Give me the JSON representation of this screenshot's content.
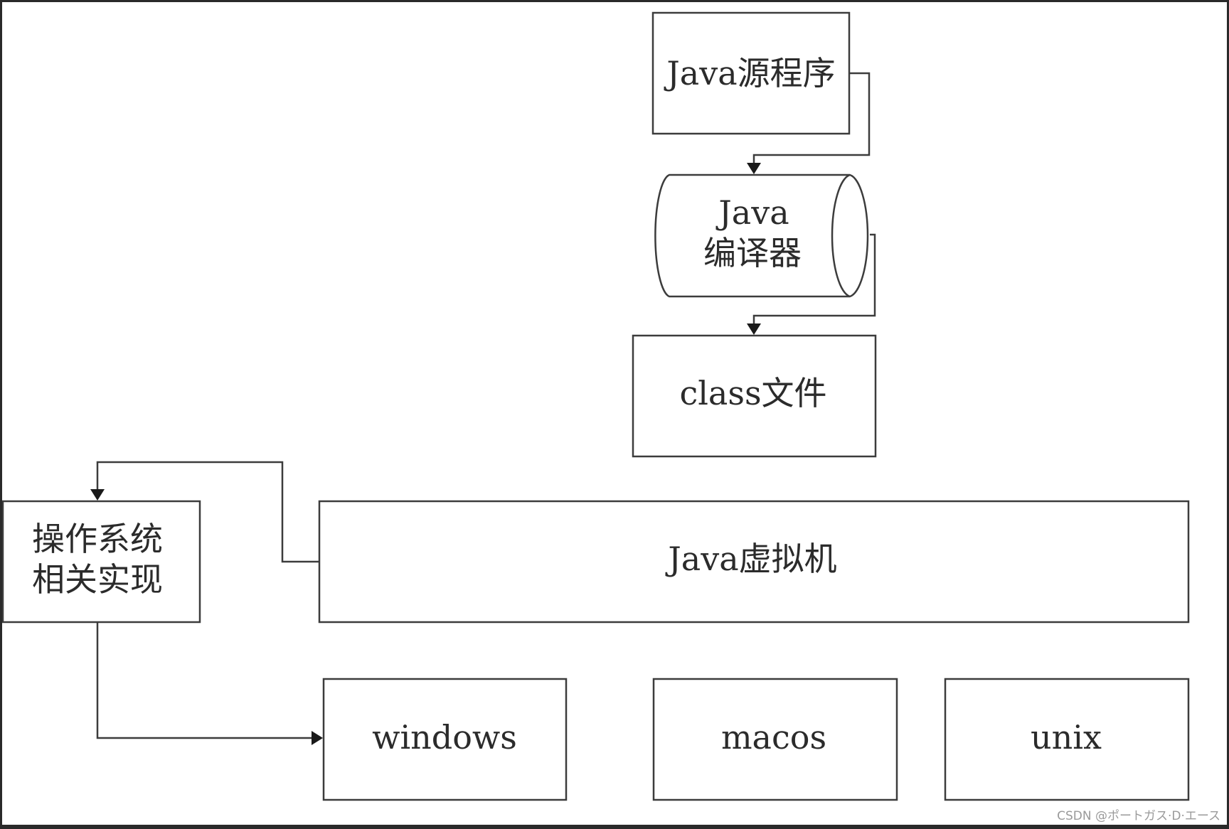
{
  "diagram": {
    "nodes": {
      "java_source": "Java源程序",
      "java_compiler_line1": "Java",
      "java_compiler_line2": "编译器",
      "class_file": "class文件",
      "jvm": "Java虚拟机",
      "os_impl_line1": "操作系统",
      "os_impl_line2": "相关实现",
      "windows": "windows",
      "macos": "macos",
      "unix": "unix"
    },
    "edges": [
      {
        "from": "java_source",
        "to": "java_compiler"
      },
      {
        "from": "java_compiler",
        "to": "class_file"
      },
      {
        "from": "jvm",
        "to": "os_impl"
      },
      {
        "from": "os_impl",
        "to": "windows"
      }
    ]
  },
  "watermark": "CSDN @ポートガス·D·エース"
}
